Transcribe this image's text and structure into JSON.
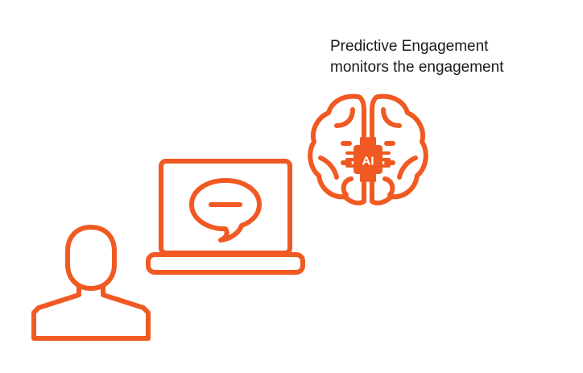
{
  "caption": {
    "line1": "Predictive Engagement",
    "line2": "monitors the engagement"
  },
  "ai_chip": {
    "label": "AI"
  },
  "colors": {
    "accent": "#F05A22",
    "text": "#1a1a1a",
    "background": "#ffffff"
  },
  "icons": [
    "user-icon",
    "laptop-icon",
    "chat-bubble-icon",
    "brain-icon",
    "ai-chip-icon"
  ]
}
